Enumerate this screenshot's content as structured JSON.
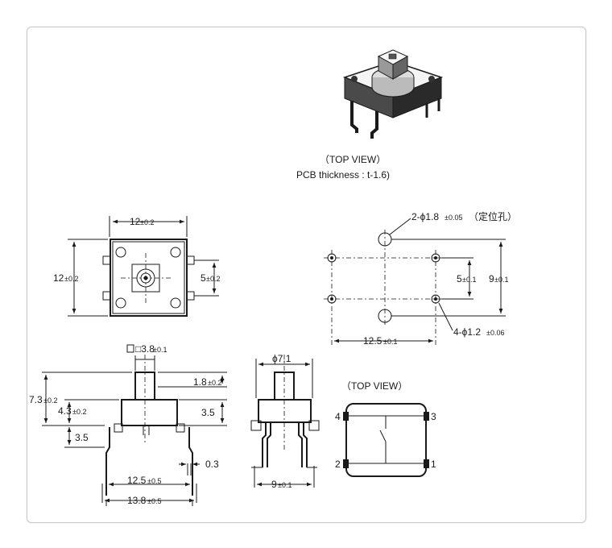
{
  "top_view_title": "（TOP VIEW）",
  "pcb_thickness": "PCB thickness : t-1.6)",
  "front": {
    "width_label": "12",
    "width_tol": "±0.2",
    "height_label": "12",
    "height_tol": "±0.2",
    "pin_label": "5",
    "pin_tol": "±0.2"
  },
  "pcb_layout": {
    "locating_holes": "2-ϕ1.8",
    "locating_tol": "±0.05",
    "locating_note": "（定位孔）",
    "v_small": "5",
    "v_small_tol": "±0.1",
    "v_large": "9",
    "v_large_tol": "±0.1",
    "h_span": "12.5",
    "h_span_tol": "±0.1",
    "pin_holes": "4-ϕ1.2",
    "pin_holes_tol": "±0.06"
  },
  "side": {
    "actuator": "□3.8",
    "actuator_tol": "±0.1",
    "overall_h": "7.3",
    "overall_h_tol": "±0.2",
    "body_h": "4.3",
    "body_h_tol": "±0.2",
    "cap_h": "1.8",
    "cap_h_tol": "±0.2",
    "stem_h": "3.5",
    "lead_len": "3.5",
    "lead_thk": "0.3",
    "pin_span": "12.5",
    "pin_span_tol": "±0.5",
    "body_w": "13.8",
    "body_w_tol": "±0.5"
  },
  "end": {
    "stem_dia": "ϕ7.1",
    "pitch": "9",
    "pitch_tol": "±0.1"
  },
  "schematic": {
    "title": "（TOP VIEW）",
    "pins": [
      "4",
      "3",
      "2",
      "1"
    ]
  }
}
